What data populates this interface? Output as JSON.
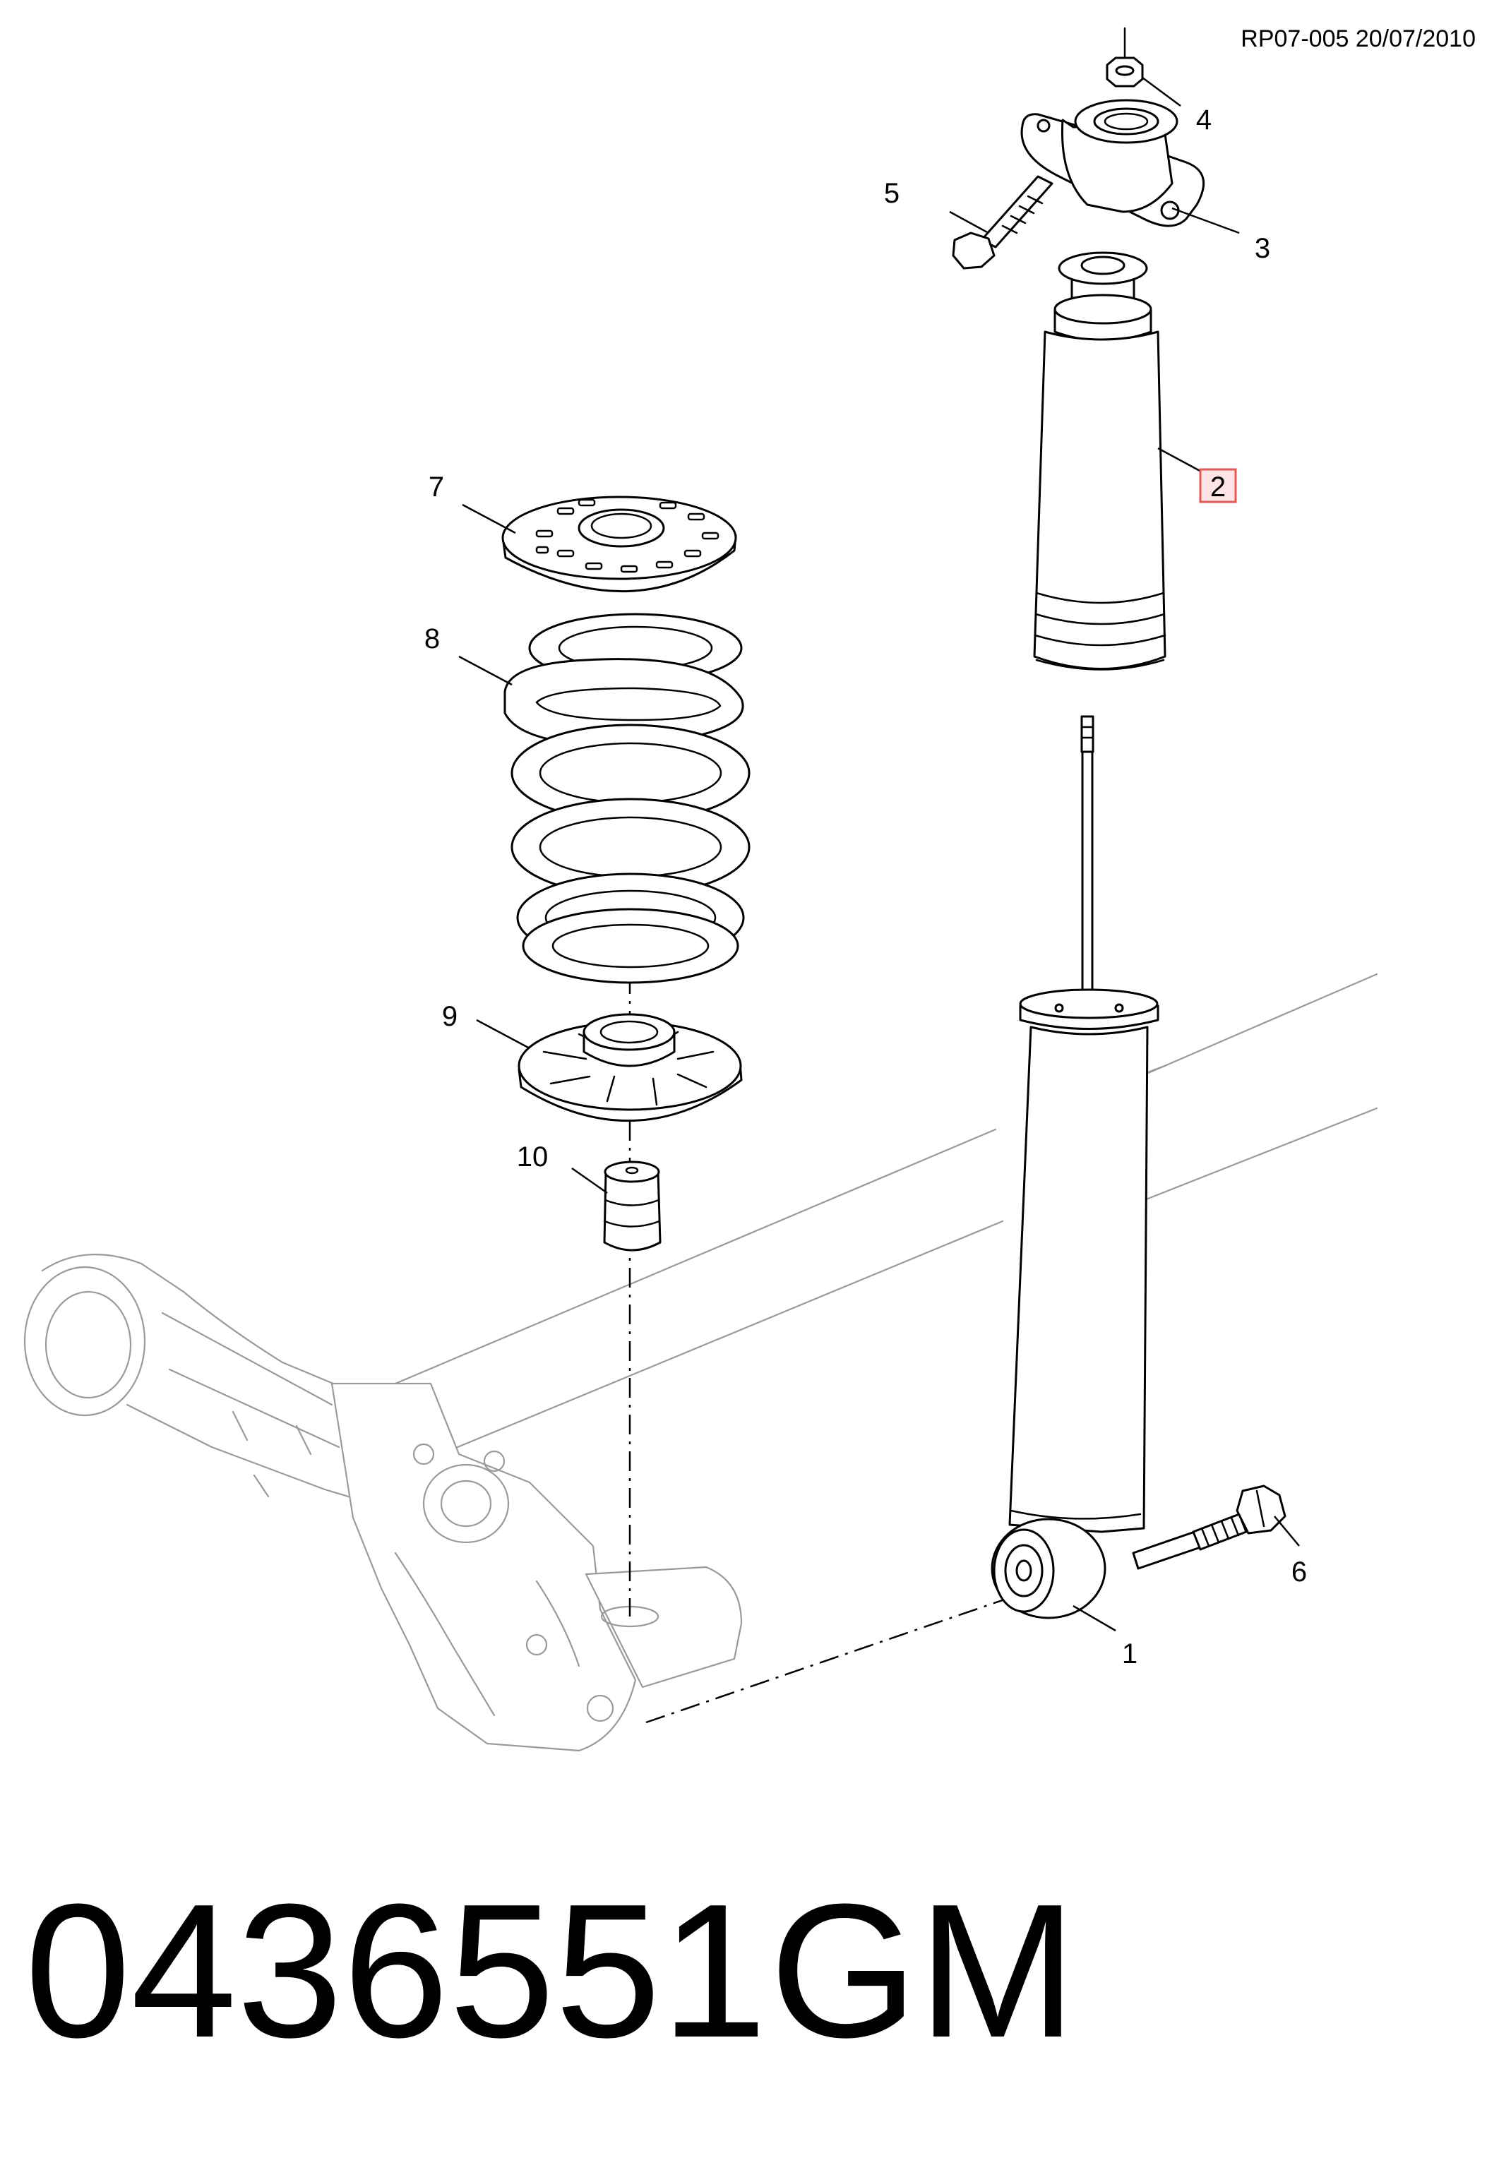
{
  "header": {
    "reference": "RP07-005 20/07/2010"
  },
  "callouts": {
    "c1": "1",
    "c2": "2",
    "c3": "3",
    "c4": "4",
    "c5": "5",
    "c6": "6",
    "c7": "7",
    "c8": "8",
    "c9": "9",
    "c10": "10"
  },
  "highlight": {
    "callout": "2",
    "color": "#e05a5a",
    "fill": "#fde3e3"
  },
  "footer": {
    "part_number": "0436551",
    "brand": "GM"
  },
  "colors": {
    "line": "#000000",
    "ghost_line": "#9a9a9a",
    "background": "#ffffff"
  }
}
